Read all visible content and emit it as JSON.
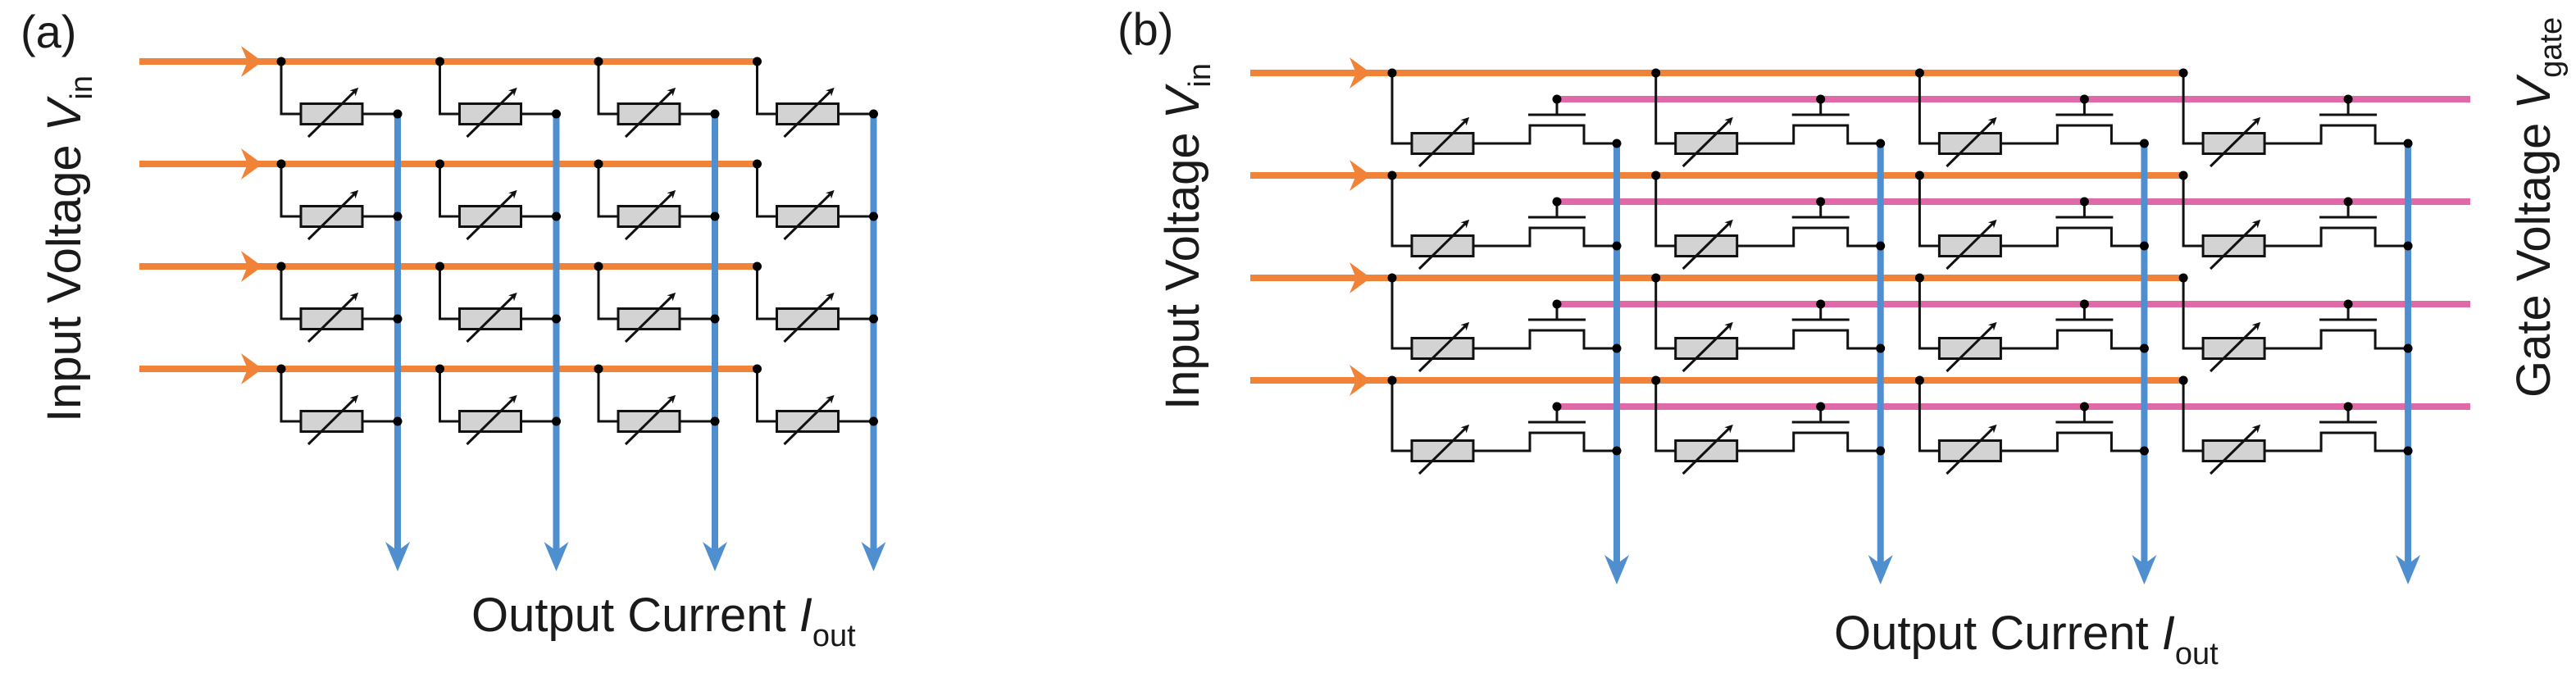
{
  "figure": {
    "colors": {
      "input_line": "#F08337",
      "output_line": "#4F8FD0",
      "gate_line": "#E06AA8",
      "resistor_fill": "#D3D3D3",
      "wire": "#111111"
    },
    "panels": [
      {
        "id": "a",
        "label": "(a)",
        "rows": 4,
        "cols": 4,
        "cell_type": "memristor",
        "input_label": {
          "main": "Input Voltage ",
          "var": "V",
          "sub": "in"
        },
        "output_label": {
          "main": "Output Current ",
          "var": "I",
          "sub": "out"
        }
      },
      {
        "id": "b",
        "label": "(b)",
        "rows": 4,
        "cols": 4,
        "cell_type": "memristor-transistor",
        "input_label": {
          "main": "Input Voltage ",
          "var": "V",
          "sub": "in"
        },
        "output_label": {
          "main": "Output Current ",
          "var": "I",
          "sub": "out"
        },
        "gate_label": {
          "main": "Gate Voltage ",
          "var": "V",
          "sub": "gate"
        }
      }
    ]
  }
}
